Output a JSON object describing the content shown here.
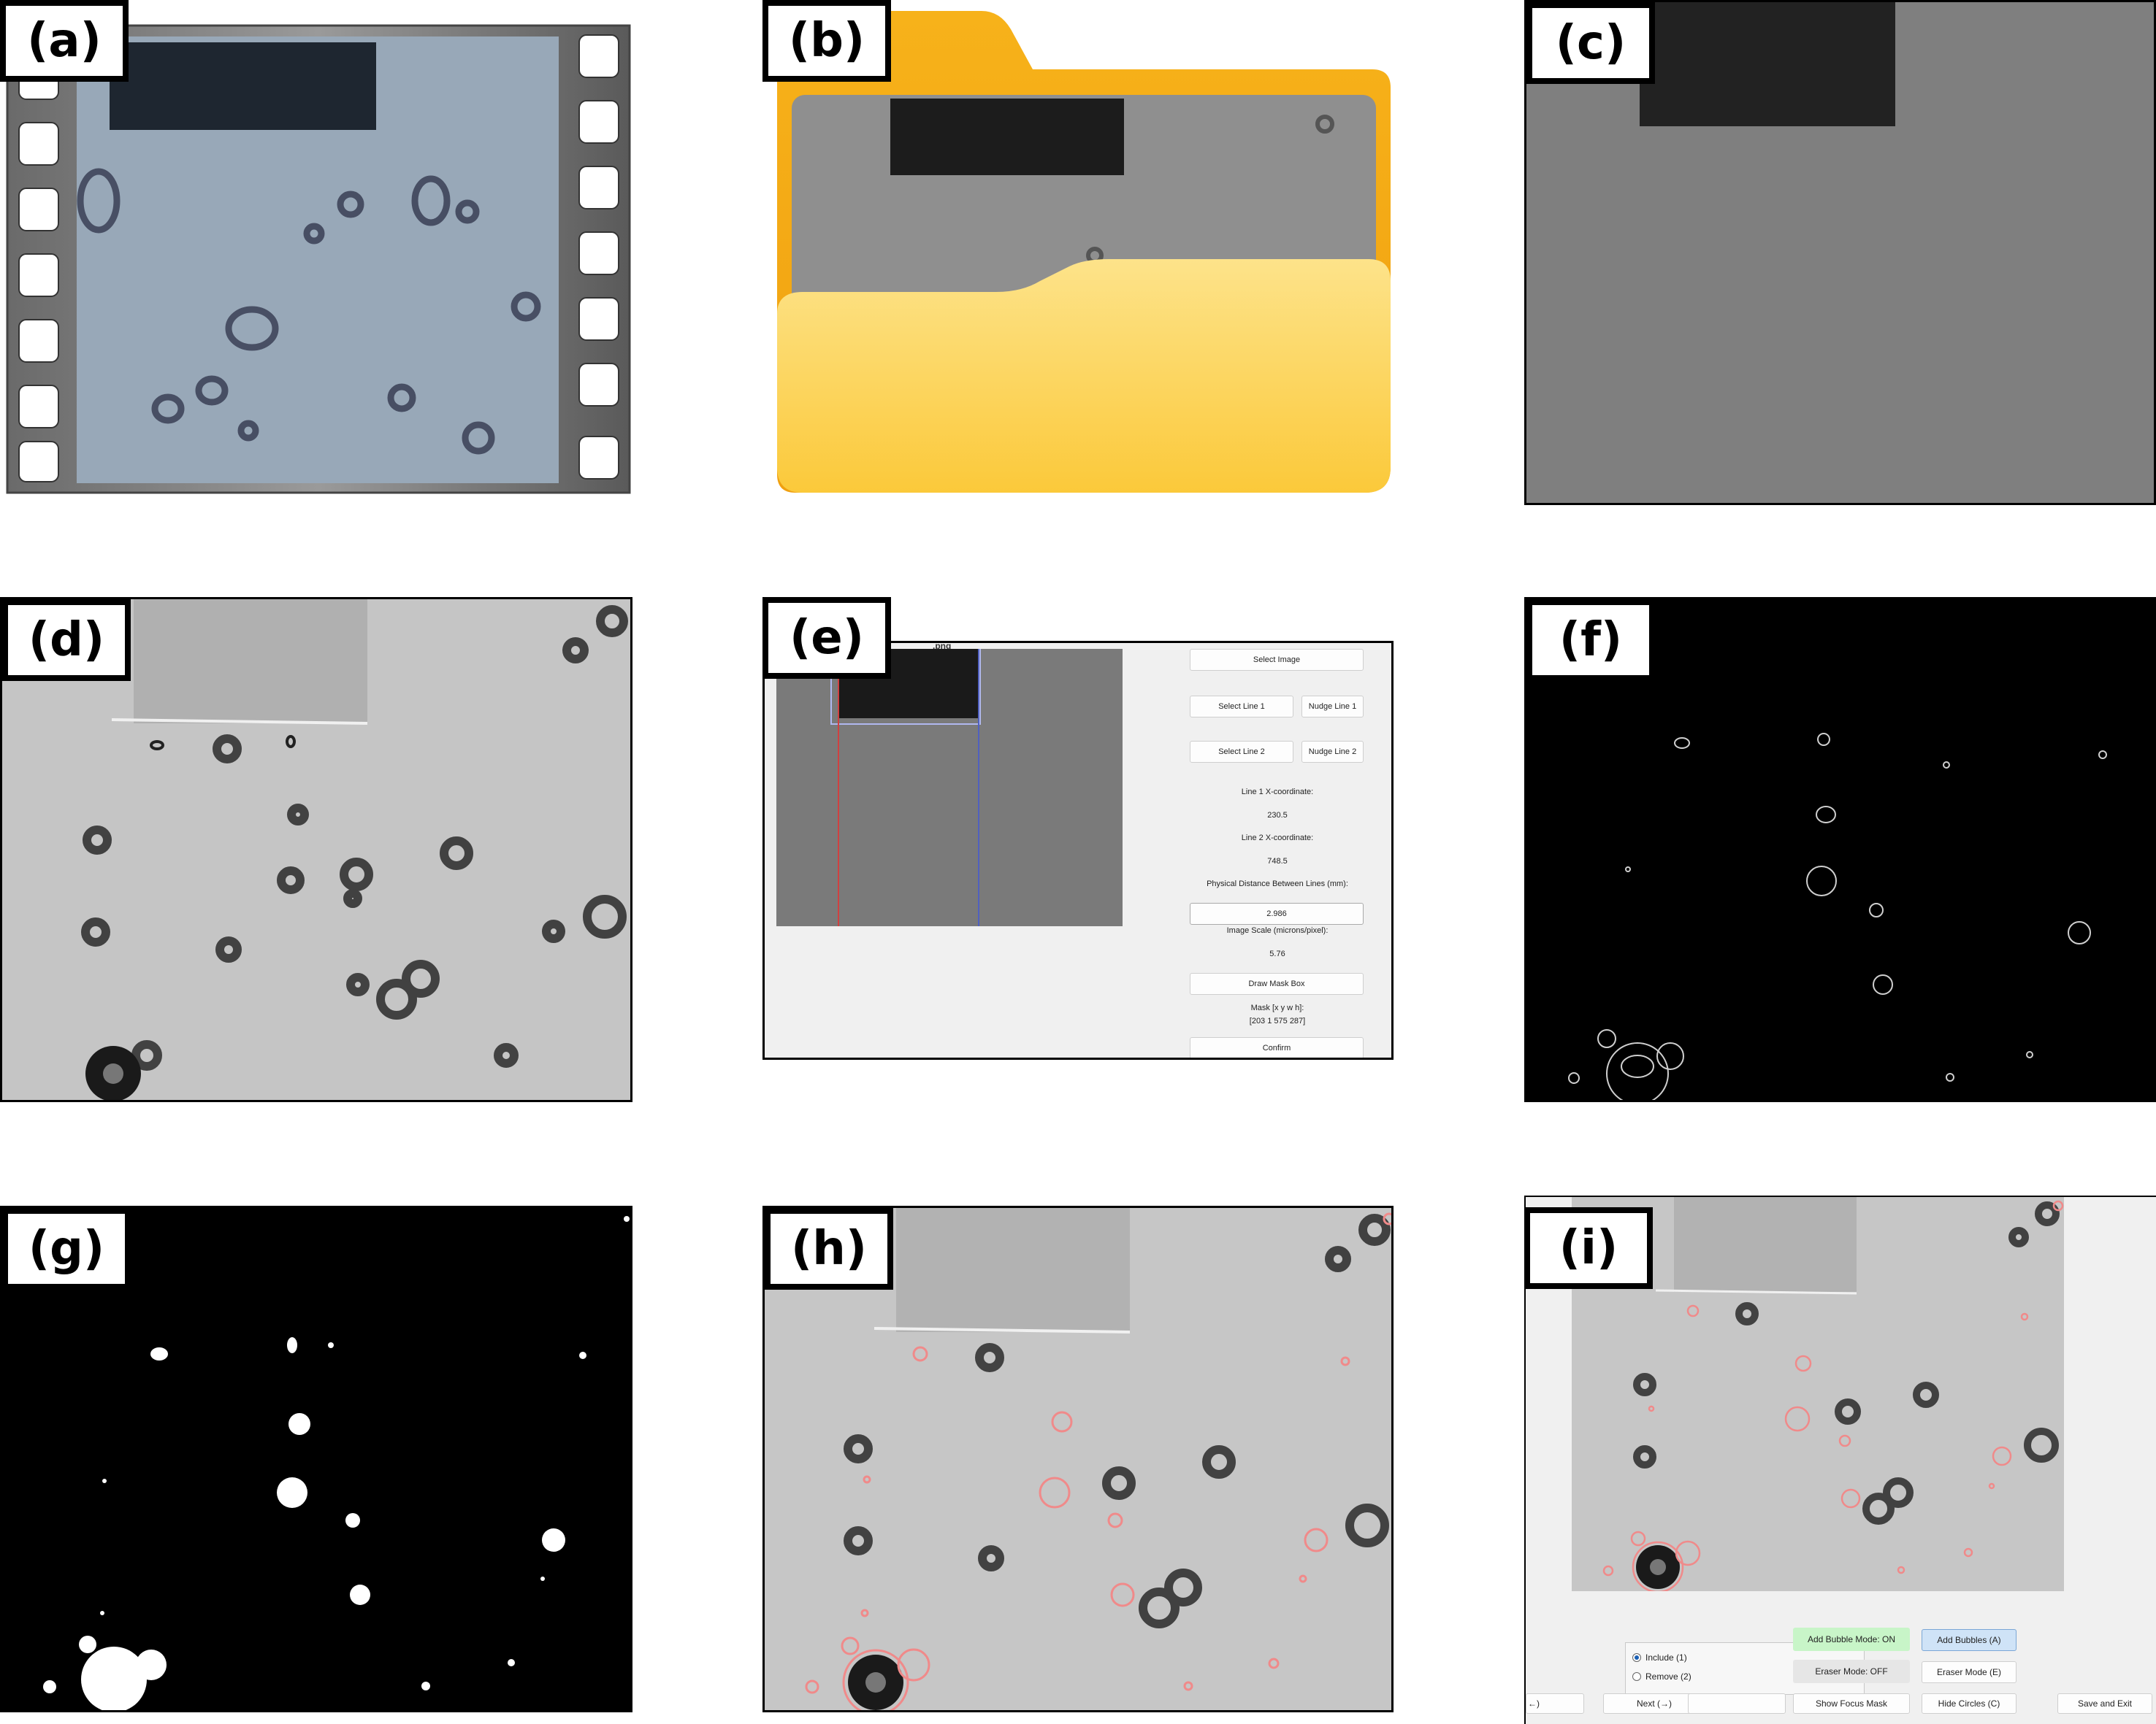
{
  "panels": {
    "a": {
      "label": "(a)",
      "icon": "video-film-icon"
    },
    "b": {
      "label": "(b)",
      "icon": "folder-icon"
    },
    "c": {
      "label": "(c)"
    },
    "d": {
      "label": "(d)"
    },
    "e": {
      "label": "(e)"
    },
    "f": {
      "label": "(f)"
    },
    "g": {
      "label": "(g)"
    },
    "h": {
      "label": "(h)"
    },
    "i": {
      "label": "(i)"
    }
  },
  "scale_tool": {
    "image_title": ".png",
    "select_image": "Select Image",
    "select_line1": "Select Line 1",
    "nudge_line1": "Nudge Line 1",
    "select_line2": "Select Line 2",
    "nudge_line2": "Nudge Line 2",
    "line1_label": "Line 1 X-coordinate:",
    "line1_value": "230.5",
    "line2_label": "Line 2 X-coordinate:",
    "line2_value": "748.5",
    "distance_label": "Physical Distance Between Lines (mm):",
    "distance_value": "2.986",
    "scale_label": "Image Scale (microns/pixel):",
    "scale_value": "5.76",
    "draw_mask": "Draw Mask Box",
    "mask_label": "Mask [x y w h]:",
    "mask_value": "[203 1 575 287]",
    "confirm": "Confirm"
  },
  "editor": {
    "add_bubble_mode": "Add Bubble Mode: ON",
    "add_bubbles": "Add Bubbles (A)",
    "eraser_mode": "Eraser Mode: OFF",
    "eraser_button": "Eraser Mode (E)",
    "include": "Include (1)",
    "remove": "Remove (2)",
    "prev": "←)",
    "next": "Next (→)",
    "show_focus_mask": "Show Focus Mask",
    "hide_circles": "Hide Circles (C)",
    "save_exit": "Save and Exit"
  },
  "colors": {
    "mode_on": "#c8f5c8",
    "mode_off": "#e6e6e6",
    "active_button": "#cfe3f7",
    "detect_circle": "#f08a8a",
    "line1": "#d04040",
    "line2": "#5060c0",
    "folder_back": "#f6b419",
    "folder_front": "#fdd86a"
  }
}
